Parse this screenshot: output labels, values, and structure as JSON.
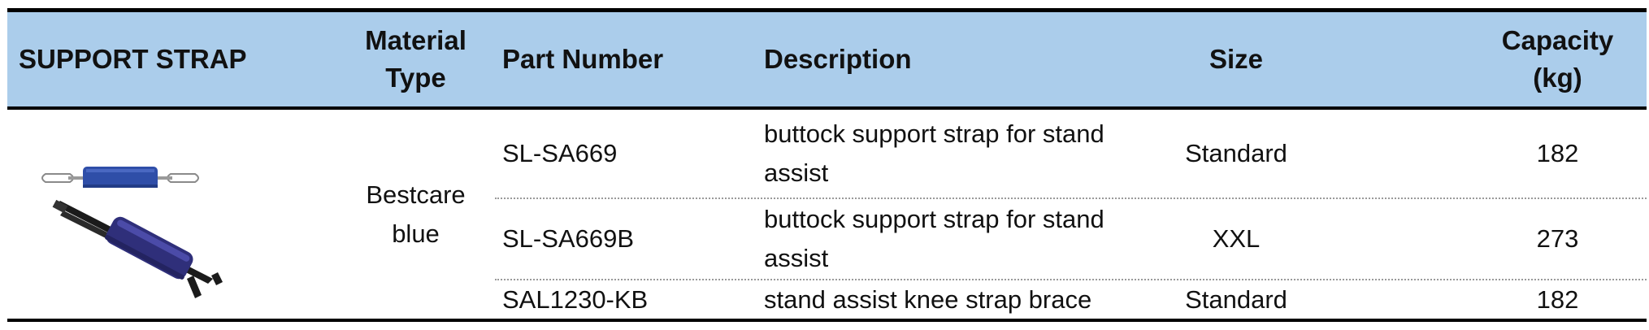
{
  "table": {
    "headers": {
      "category": "SUPPORT STRAP",
      "material_line1": "Material",
      "material_line2": "Type",
      "part_number": "Part Number",
      "description": "Description",
      "size": "Size",
      "capacity_line1": "Capacity",
      "capacity_line2": "(kg)"
    },
    "material_line1": "Bestcare",
    "material_line2": "blue",
    "rows": [
      {
        "part_number": "SL-SA669",
        "description_line1": "buttock support strap for stand",
        "description_line2": "assist",
        "size": "Standard",
        "capacity": "182"
      },
      {
        "part_number": "SL-SA669B",
        "description_line1": "buttock support strap for stand",
        "description_line2": "assist",
        "size": "XXL",
        "capacity": "273"
      },
      {
        "part_number": "SAL1230-KB",
        "description_line1": "stand assist knee strap brace",
        "description_line2": "",
        "size": "Standard",
        "capacity": "182"
      }
    ]
  },
  "colors": {
    "header_background": "#abcdeb",
    "strap_blue": "#2f4ea8",
    "strap_black": "#1b1b1b"
  },
  "icons": {
    "product_image": "support-strap-photo"
  }
}
